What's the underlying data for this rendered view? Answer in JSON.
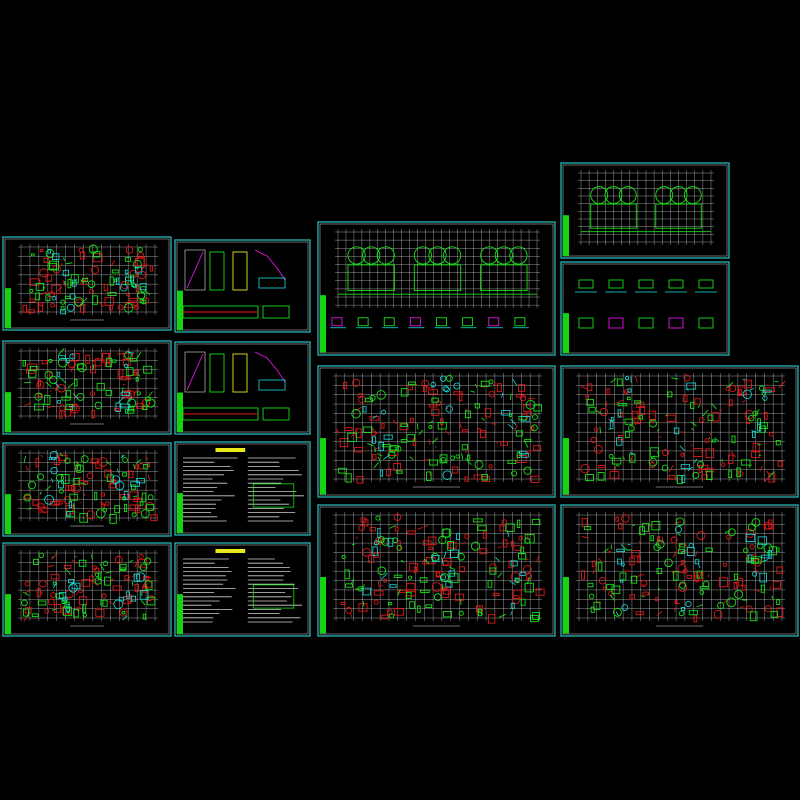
{
  "sheets": [
    {
      "id": "plan-1",
      "kind": "plan"
    },
    {
      "id": "plan-2",
      "kind": "plan"
    },
    {
      "id": "plan-3",
      "kind": "plan"
    },
    {
      "id": "plan-4",
      "kind": "plan"
    },
    {
      "id": "detail-1",
      "kind": "detail"
    },
    {
      "id": "detail-2",
      "kind": "detail"
    },
    {
      "id": "notes-1",
      "kind": "notes"
    },
    {
      "id": "notes-2",
      "kind": "notes"
    },
    {
      "id": "foundation-plan",
      "kind": "foundation"
    },
    {
      "id": "foundation-plan-small",
      "kind": "foundation"
    },
    {
      "id": "foundation-details",
      "kind": "details"
    },
    {
      "id": "plan-wide-1",
      "kind": "plan"
    },
    {
      "id": "plan-wide-2",
      "kind": "plan"
    },
    {
      "id": "plan-wide-3",
      "kind": "plan"
    },
    {
      "id": "plan-wide-4",
      "kind": "plan"
    }
  ],
  "colors": {
    "background": "#000000",
    "sheet_frame": "#27c4c4",
    "title_block": "#14d414",
    "grid": "#d8d8d8",
    "green": "#18e018",
    "red": "#e01818",
    "magenta": "#e018e0",
    "cyan": "#18e0e0",
    "yellow": "#e8e818"
  }
}
